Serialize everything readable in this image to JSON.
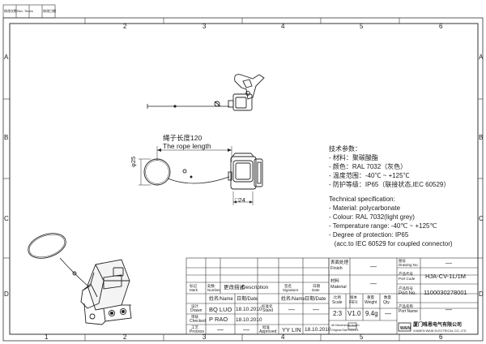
{
  "border_cols": [
    "1",
    "2",
    "3",
    "4",
    "5",
    "6"
  ],
  "border_rows": [
    "A",
    "B",
    "C",
    "D"
  ],
  "revision_block": {
    "col1": "修改次数",
    "col2": "Rev. Times",
    "col3": "修改日期"
  },
  "drawing": {
    "rope_length_cn": "绳子长度120",
    "rope_length_en": "The rope length",
    "dim_diameter": "φ25",
    "dim_width": "□24"
  },
  "spec": {
    "cn_title": "技术参数：",
    "cn_lines": [
      "- 材料：聚碳酸酯",
      "- 颜色：RAL 7032（灰色）",
      "- 温度范围：-40℃ ~ +125℃",
      "- 防护等级：IP65（联接状态,IEC 60529）"
    ],
    "en_title": "Technical specification:",
    "en_lines": [
      "-  Material: polycarbonate",
      "-  Colour: RAL 7032(light grey)",
      "-  Temperature range: -40℃ ~ +125℃",
      "-  Degree of protection: IP65",
      "   (acc.to IEC 60529 for coupled connector)"
    ]
  },
  "title_block": {
    "finish_label_cn": "表面处理",
    "finish_label_en": "Finish",
    "finish_value": "—",
    "material_label_cn": "材料",
    "material_label_en": "Material",
    "material_value": "—",
    "drawing_no_label_cn": "图号",
    "drawing_no_label_en": "Drawing No.",
    "drawing_no_value": "—",
    "port_code_label_cn": "产品代号",
    "port_code_label_en": "Port Code",
    "port_code_value": "HJA-CV-1L/1M",
    "port_no_label_cn": "产品料号",
    "port_no_label_en": "Port No.",
    "port_no_value": "1100030278001",
    "port_name_label_cn": "产品名称",
    "port_name_label_en": "Port Name",
    "port_name_value": "—",
    "scale_label_cn": "比例",
    "scale_label_en": "Scale",
    "scale_value": "2:3",
    "rev_label_cn": "版本",
    "rev_label_en": "REV.",
    "rev_value": "V1.0",
    "weight_label_cn": "重量",
    "weight_label_en": "Weight",
    "weight_value": "9.4g",
    "qty_label_cn": "数量",
    "qty_label_en": "Qty.",
    "qty_value": "—",
    "mark_cn": "标记",
    "mark_en": "Mark",
    "number_cn": "处数",
    "number_en": "Number",
    "changes_cn": "更改描述",
    "changes_en": "/Description",
    "signature_cn": "签名",
    "signature_en": "Signature",
    "date_cn": "日期",
    "date_en": "Date",
    "name_head": "姓名/Name",
    "date_head": "日期/Date",
    "standard_cn": "标准化",
    "standard_en": "Stand",
    "drawn_cn": "设计",
    "drawn_en": "Drawn",
    "drawn_name": "BQ LUO",
    "drawn_date": "18.10.2010",
    "checked_cn": "审核",
    "checked_en": "Checked",
    "checked_name": "P RAO",
    "checked_date": "18.10.2010",
    "process_cn": "工艺",
    "process_en": "Process",
    "process_name": "—",
    "process_date": "—",
    "approved_cn": "批准",
    "approved_en": "Approved",
    "approved_name": "YY LIN",
    "approved_date": "18.10.2010",
    "standard_value": "—",
    "dims_note_1": "All Dimensions in mm",
    "dims_note_2": "Original Size DIN A 4",
    "company_cn": "厦门唯恩电气有限公司",
    "company_en": "XIAMEN WAIN ELECTRICAL CO.,LTD"
  }
}
